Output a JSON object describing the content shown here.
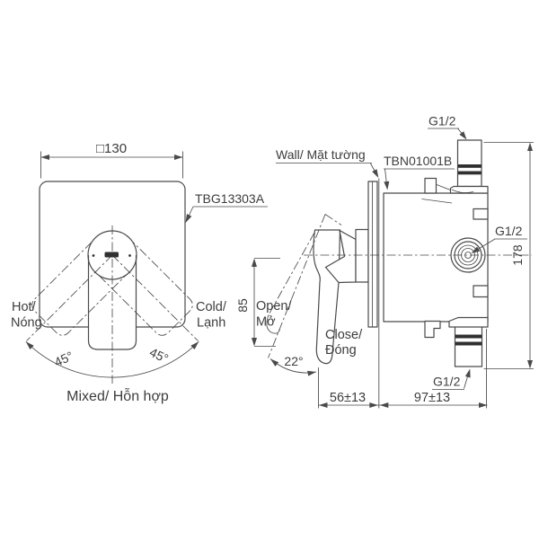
{
  "colors": {
    "line": "#4a4a4a",
    "text": "#3d3d3d",
    "background": "#ffffff",
    "thread_band": "#303030"
  },
  "front_view": {
    "part_code": "TBG13303A",
    "width_dim": "□130",
    "hot_line1": "Hot/",
    "hot_line2": "Nóng",
    "cold_line1": "Cold/",
    "cold_line2": "Lạnh",
    "mixed_label": "Mixed/ Hỗn hợp",
    "left_angle": "45°",
    "right_angle": "45°"
  },
  "side_view": {
    "wall_label": "Wall/ Mặt tường",
    "valve_code": "TBN01001B",
    "top_thread": "G1/2",
    "outlet_thread": "G1/2",
    "bottom_thread": "G1/2",
    "height_dim": "178",
    "handle_length_dim": "85",
    "open_line1": "Open/",
    "open_line2": "Mở",
    "close_line1": "Close/",
    "close_line2": "Đóng",
    "open_angle": "22°",
    "wall_depth_dim": "56±13",
    "body_depth_dim": "97±13"
  }
}
